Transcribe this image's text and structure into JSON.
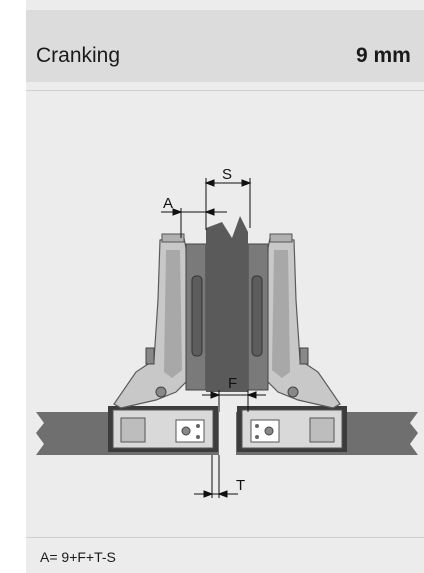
{
  "header": {
    "title": "Cranking",
    "value": "9 mm"
  },
  "diagram": {
    "labels": {
      "s": "S",
      "a": "A",
      "f": "F",
      "t": "T"
    }
  },
  "footer": {
    "formula": "A= 9+F+T-S"
  },
  "colors": {
    "background": "#ececec",
    "header": "#dcdcdc",
    "panel": "#6f6f6f",
    "panel_dark": "#4e4e4e",
    "hinge": "#c8c8c8",
    "hinge_shade": "#9a9a9a"
  }
}
